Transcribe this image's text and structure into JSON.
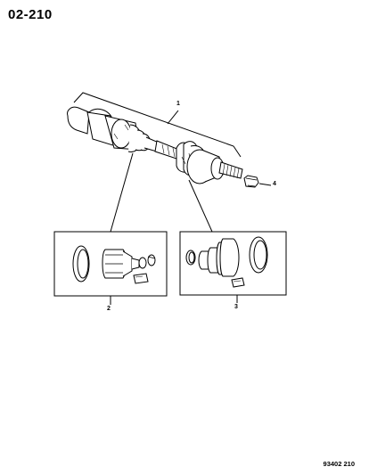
{
  "page_code": "02-210",
  "callouts": {
    "assembly": "1",
    "kit_left": "2",
    "kit_right": "3",
    "nut": "4"
  },
  "footer_ref": "93402 210"
}
